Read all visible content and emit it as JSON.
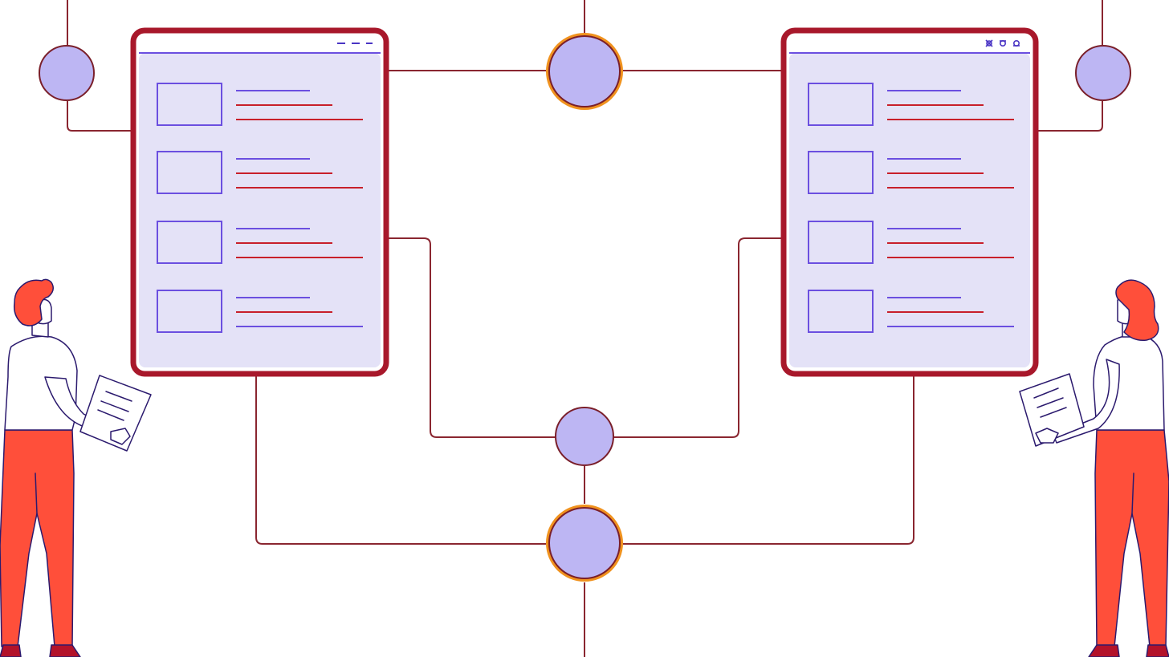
{
  "colors": {
    "background": "#ffffff",
    "connector": "#8a2630",
    "panel_border": "#a8182b",
    "panel_fill": "#e4e2f7",
    "panel_divider": "#6b4fe0",
    "thumb_outline": "#6b4fe0",
    "line_purple": "#6b4fe0",
    "line_red": "#c81f2a",
    "node_fill": "#bdb6f3",
    "node_outline": "#7a1f2a",
    "node_ring_accent": "#f0921e",
    "person_pants": "#ff4f3a",
    "person_hair": "#ff4f3a",
    "person_outline": "#2b1a6e",
    "person_shoes": "#b3122a"
  },
  "panels": [
    {
      "id": "left-panel",
      "header_controls": "dashes",
      "rows": 4
    },
    {
      "id": "right-panel",
      "header_controls": "icons",
      "rows": 4
    }
  ],
  "nodes": [
    {
      "id": "top-left-node",
      "accent_ring": false
    },
    {
      "id": "top-center-node",
      "accent_ring": true
    },
    {
      "id": "top-right-node",
      "accent_ring": false
    },
    {
      "id": "middle-node",
      "accent_ring": false
    },
    {
      "id": "bottom-center-node",
      "accent_ring": true
    }
  ],
  "people": [
    {
      "id": "left-person",
      "holds": "document"
    },
    {
      "id": "right-person",
      "holds": "document"
    }
  ]
}
